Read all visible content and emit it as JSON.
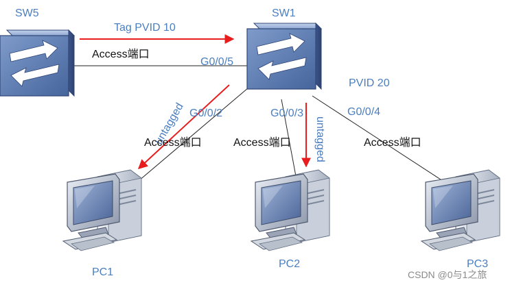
{
  "devices": {
    "sw5": {
      "name": "SW5"
    },
    "sw1": {
      "name": "SW1"
    },
    "pc1": {
      "name": "PC1"
    },
    "pc2": {
      "name": "PC2"
    },
    "pc3": {
      "name": "PC3"
    }
  },
  "labels": {
    "tag_pvid": "Tag PVID 10",
    "access_sw5": "Access端口",
    "port_g005": "G0/0/5",
    "pvid20": "PVID 20",
    "untagged_pc1": "untagged",
    "port_g002": "G0/0/2",
    "port_g003": "G0/0/3",
    "untagged_pc2": "untagged",
    "port_g004": "G0/0/4",
    "access_pc1": "Access端口",
    "access_pc2": "Access端口",
    "access_pc3": "Access端口"
  },
  "watermark": "CSDN @0与1之旅",
  "colors": {
    "label_blue": "#4a7ec0",
    "arrow_red": "#e81c1c",
    "switch_face": "#5a7ab0",
    "link_line": "#222222"
  }
}
